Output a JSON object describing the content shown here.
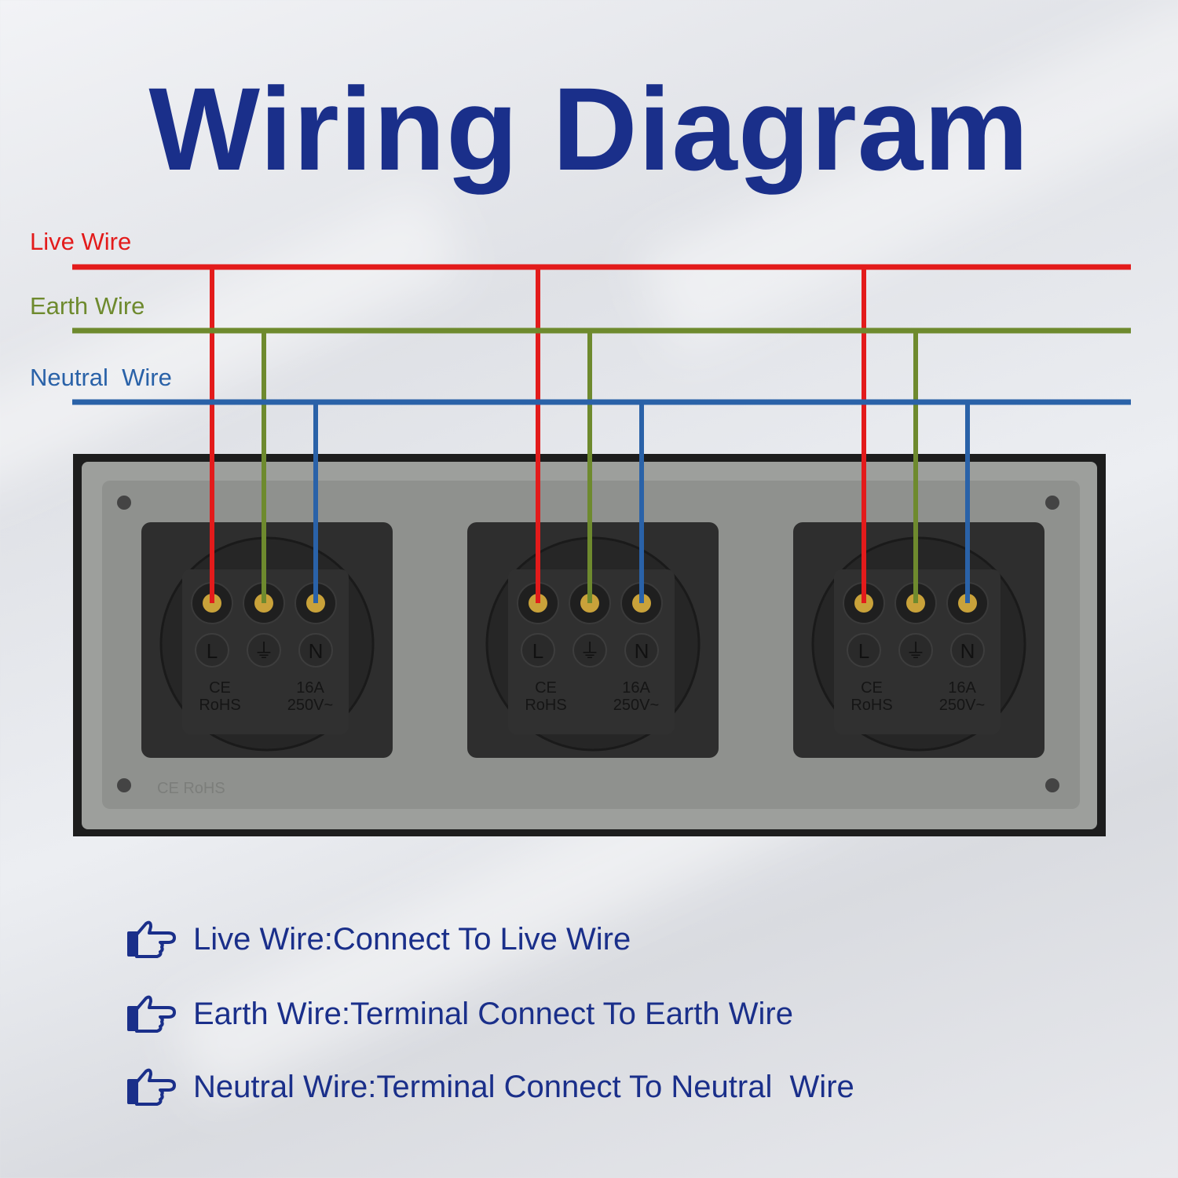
{
  "title": "Wiring Diagram",
  "colors": {
    "title": "#1a2f8a",
    "live": "#e31b1b",
    "earth": "#6e8a2e",
    "neutral": "#2a62a8",
    "panel": "#9a9c9a",
    "socket": "#2b2b2b"
  },
  "wires": [
    {
      "label": "Live Wire",
      "key": "live"
    },
    {
      "label": "Earth Wire",
      "key": "earth"
    },
    {
      "label": "Neutral  Wire",
      "key": "neutral"
    }
  ],
  "sockets": [
    {
      "terminals": [
        "L",
        "earth-symbol",
        "N"
      ],
      "marking_left": [
        "CE",
        "RoHS"
      ],
      "marking_right": [
        "16A",
        "250V~"
      ]
    },
    {
      "terminals": [
        "L",
        "earth-symbol",
        "N"
      ],
      "marking_left": [
        "CE",
        "RoHS"
      ],
      "marking_right": [
        "16A",
        "250V~"
      ]
    },
    {
      "terminals": [
        "L",
        "earth-symbol",
        "N"
      ],
      "marking_left": [
        "CE",
        "RoHS"
      ],
      "marking_right": [
        "16A",
        "250V~"
      ]
    }
  ],
  "panel_marking": "CE RoHS",
  "notes": [
    {
      "icon": "hand-pointing-icon",
      "text": "Live Wire:Connect To Live Wire"
    },
    {
      "icon": "hand-pointing-icon",
      "text": "Earth Wire:Terminal Connect To Earth Wire"
    },
    {
      "icon": "hand-pointing-icon",
      "text": "Neutral Wire:Terminal Connect To Neutral  Wire"
    }
  ]
}
